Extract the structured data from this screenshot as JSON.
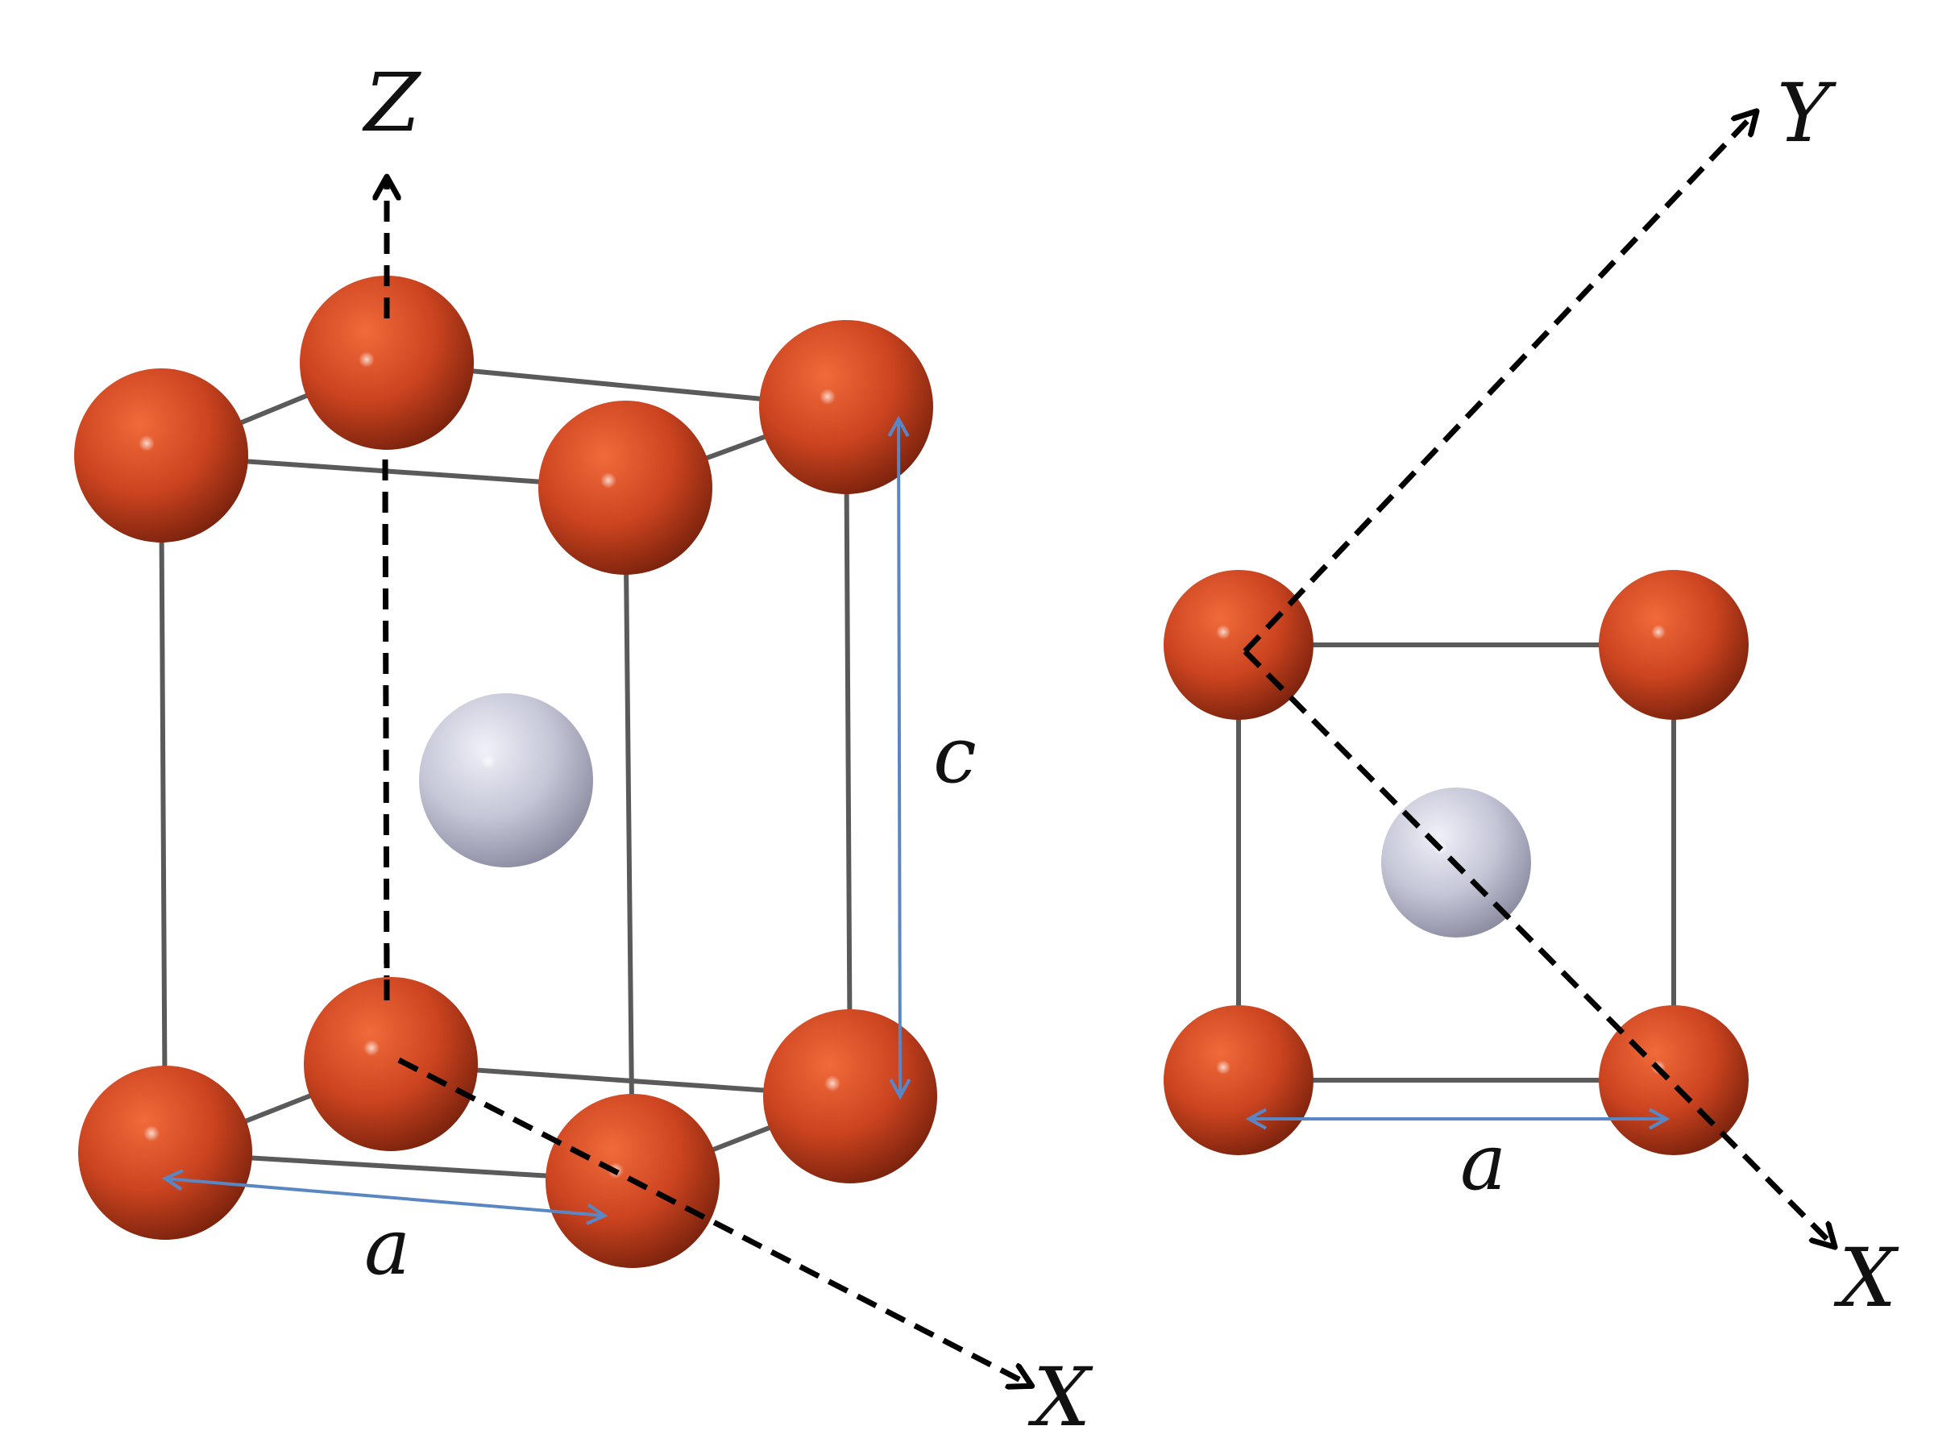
{
  "colors": {
    "atom_corner": "#cc4420",
    "atom_center": "#c4c5d6",
    "edge": "#5a5a5a",
    "axis": "#000000",
    "dimension": "#5b86c4"
  },
  "left_view": {
    "axis_labels": {
      "z": "Z",
      "x": "X"
    },
    "dimension_labels": {
      "a": "a",
      "c": "c"
    }
  },
  "right_view": {
    "axis_labels": {
      "y": "Y",
      "x": "X"
    },
    "dimension_labels": {
      "a": "a"
    }
  }
}
